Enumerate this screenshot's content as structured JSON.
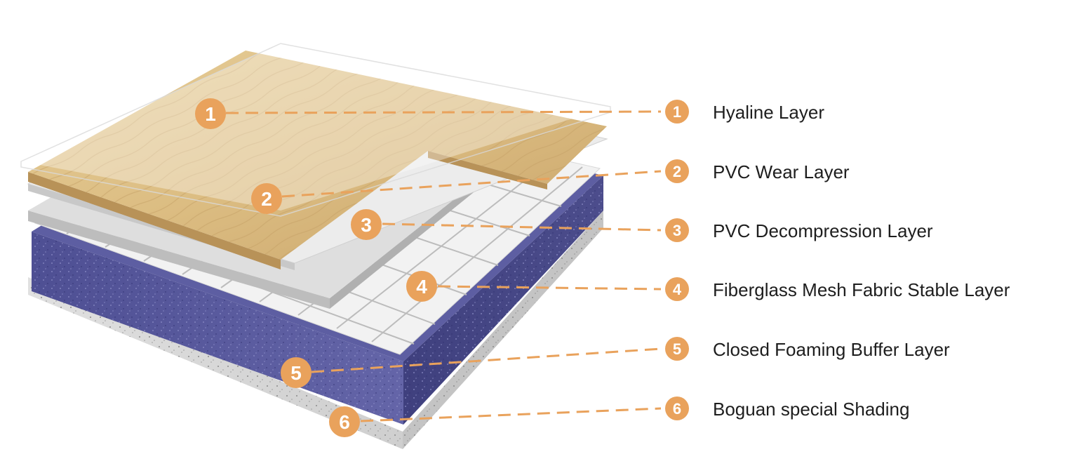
{
  "palette": {
    "accent": "#e9a25c",
    "badge_text": "#ffffff",
    "label_text": "#1e1e1e",
    "wood_light": "#e2c68f",
    "wood_dark": "#c9a46a",
    "foam_blue": "#5a5b9e",
    "base_grey": "#d4d4d4"
  },
  "layers": [
    {
      "number": "1",
      "label": "Hyaline Layer"
    },
    {
      "number": "2",
      "label": "PVC Wear Layer"
    },
    {
      "number": "3",
      "label": "PVC Decompression Layer"
    },
    {
      "number": "4",
      "label": "Fiberglass Mesh Fabric Stable Layer"
    },
    {
      "number": "5",
      "label": "Closed Foaming Buffer Layer"
    },
    {
      "number": "6",
      "label": "Boguan special Shading"
    }
  ]
}
